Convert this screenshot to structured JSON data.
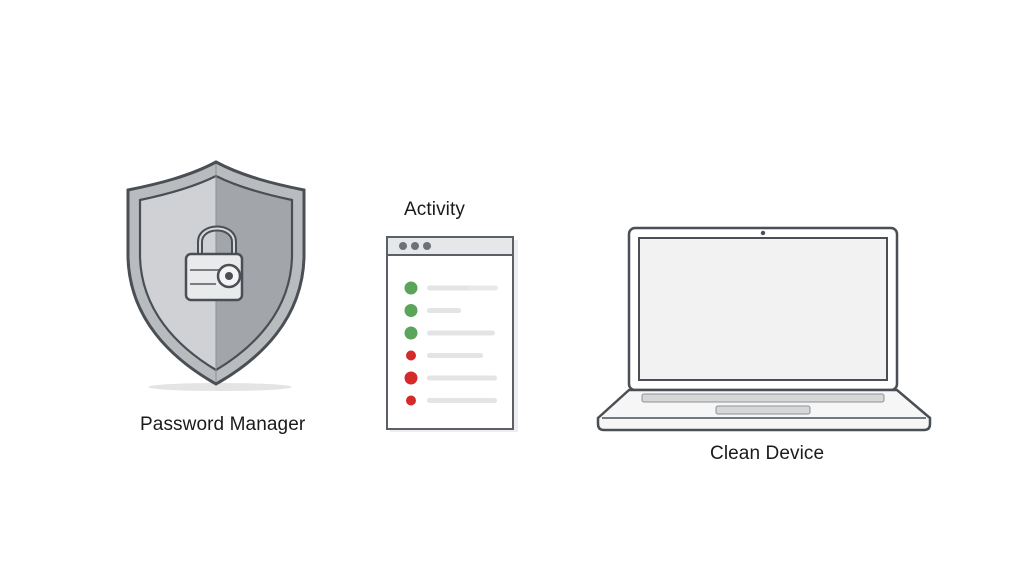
{
  "labels": {
    "password_manager": "Password Manager",
    "activity": "Activity",
    "clean_device": "Clean Device"
  },
  "activity_window": {
    "items": [
      {
        "status": "ok",
        "color": "#5aa55a"
      },
      {
        "status": "ok",
        "color": "#5aa55a"
      },
      {
        "status": "ok",
        "color": "#5aa55a"
      },
      {
        "status": "alert",
        "color": "#d42a2a"
      },
      {
        "status": "alert",
        "color": "#d42a2a"
      },
      {
        "status": "alert",
        "color": "#d42a2a"
      }
    ]
  },
  "colors": {
    "outline": "#4a4f55",
    "shield_light": "#c9cbce",
    "shield_dark": "#a4a7ab",
    "ok": "#5aa55a",
    "alert": "#d42a2a"
  }
}
